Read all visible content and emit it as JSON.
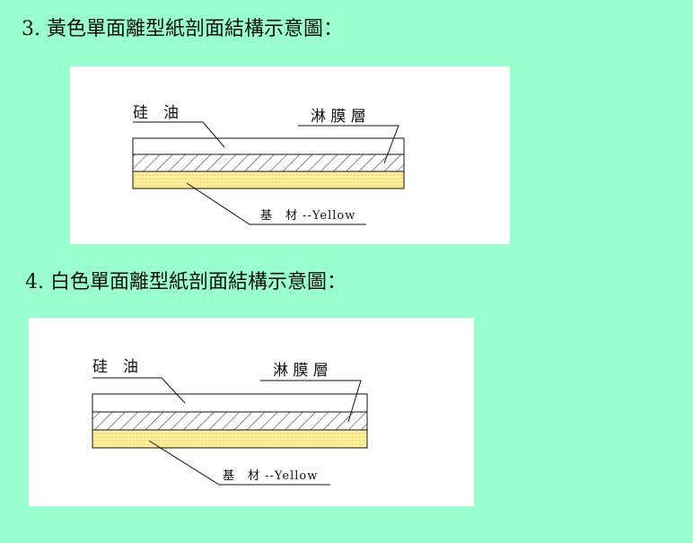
{
  "section3": {
    "heading": "3. 黃色單面離型紙剖面結構示意圖：",
    "label_silicone": "硅　油",
    "label_film": "淋 膜 層",
    "label_base": "基　材 --Yellow",
    "colors": {
      "base": "#ffee99"
    }
  },
  "section4": {
    "heading": "4. 白色單面離型紙剖面結構示意圖：",
    "label_silicone": "硅　油",
    "label_film": "淋 膜 層",
    "label_base": "基　材 --Yellow",
    "colors": {
      "base": "#ffee99"
    }
  },
  "colors": {
    "background": "#99ffcc",
    "panel": "#ffffff"
  }
}
